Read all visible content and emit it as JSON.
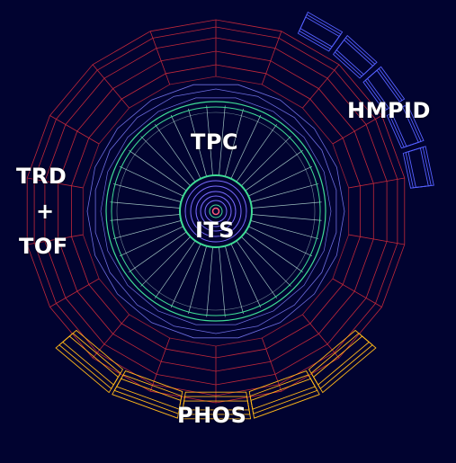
{
  "labels": {
    "tpc": "TPC",
    "its": "ITS",
    "hmpid": "HMPID",
    "trd": "TRD",
    "plus": "+",
    "tof": "TOF",
    "phos": "PHOS"
  },
  "colors": {
    "background": "#010330",
    "trd_tof": "#c0283a",
    "hmpid": "#5560ff",
    "phos": "#ffb81a",
    "tpc_outer": "#6e6ee0",
    "tpc_sectors": "#b8e0d8",
    "tpc_ring": "#3fdc96",
    "its": "#7a6cff",
    "its_core": "#ff5a78",
    "text": "#ffffff"
  }
}
